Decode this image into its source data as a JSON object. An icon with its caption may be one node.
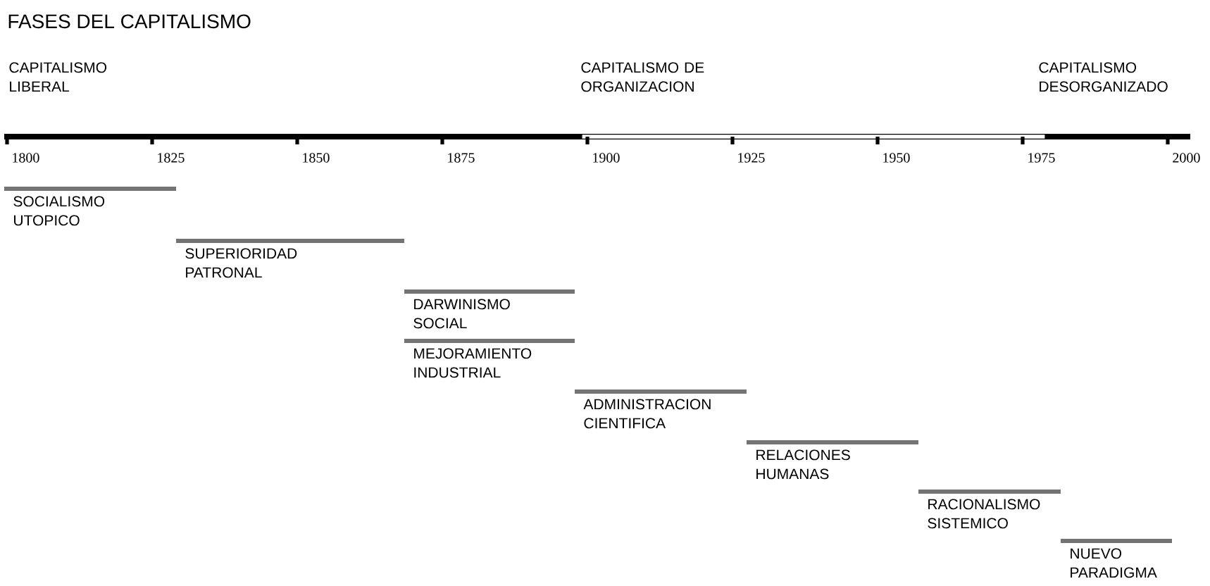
{
  "diagram": {
    "title": "FASES DEL CAPITALISMO",
    "nodes": [
      {
        "text": [
          "CAPITALISMO LIBERAL"
        ]
      },
      {
        "text": [
          "CAPITALISMO DE ORGANIZACION"
        ]
      },
      {
        "text": [
          "CAPITALISMO DESORGANIZADO"
        ]
      },
      {
        "text": [
          "SOCIALISMO UTOPICO"
        ]
      },
      {
        "text": [
          "SUPERIORIDAD PATRONAL"
        ]
      },
      {
        "text": [
          "DARWINISMO SOCIAL"
        ]
      },
      {
        "text": [
          "MEJORAMIENTO INDUSTRIAL"
        ]
      },
      {
        "text": [
          "ADMINISTRACION CIENTIFICA"
        ]
      },
      {
        "text": [
          "RELACIONES HUMANAS"
        ]
      },
      {
        "text": [
          "RACIONALISMO SISTEMICO"
        ]
      },
      {
        "text": [
          "NUEVO PARADIGMA"
        ]
      }
    ],
    "labels": [
      "1800",
      "1825",
      "1850",
      "1875",
      "1900",
      "1925",
      "1950",
      "1975",
      "2000"
    ]
  }
}
